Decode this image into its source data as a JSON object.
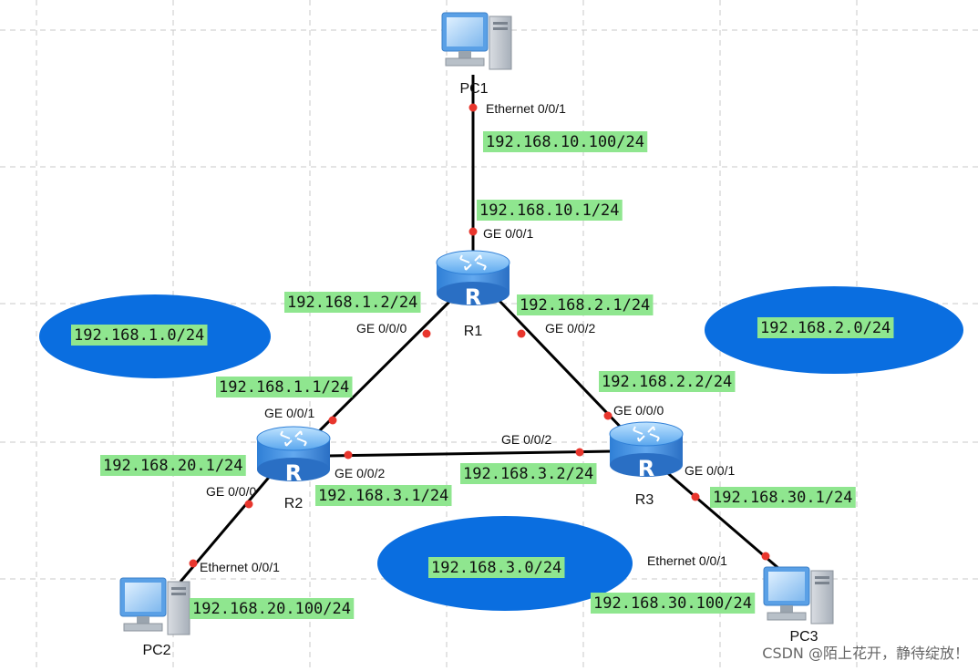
{
  "devices": {
    "pc1": {
      "label": "PC1"
    },
    "pc2": {
      "label": "PC2"
    },
    "pc3": {
      "label": "PC3"
    },
    "r1": {
      "label": "R1",
      "icon_letter": "R"
    },
    "r2": {
      "label": "R2",
      "icon_letter": "R"
    },
    "r3": {
      "label": "R3",
      "icon_letter": "R"
    }
  },
  "ports": {
    "pc1_eth": "Ethernet 0/0/1",
    "r1_ge001": "GE 0/0/1",
    "r1_ge000": "GE 0/0/0",
    "r1_ge002": "GE 0/0/2",
    "r2_ge001": "GE 0/0/1",
    "r2_ge002": "GE 0/0/2",
    "r2_ge000": "GE 0/0/0",
    "r3_ge000": "GE 0/0/0",
    "r3_ge002": "GE 0/0/2",
    "r3_ge001": "GE 0/0/1",
    "pc2_eth": "Ethernet 0/0/1",
    "pc3_eth": "Ethernet 0/0/1"
  },
  "addresses": {
    "pc1_ip": "192.168.10.100/24",
    "r1_g1_ip": "192.168.10.1/24",
    "r1_g0_ip": "192.168.1.2/24",
    "r1_g2_ip": "192.168.2.1/24",
    "r2_g1_ip": "192.168.1.1/24",
    "r2_g0_ip": "192.168.20.1/24",
    "r2_g2_ip": "192.168.3.1/24",
    "r3_g0_ip": "192.168.2.2/24",
    "r3_g2_ip": "192.168.3.2/24",
    "r3_g1_ip": "192.168.30.1/24",
    "pc2_ip": "192.168.20.100/24",
    "pc3_ip": "192.168.30.100/24"
  },
  "networks": {
    "net1": "192.168.1.0/24",
    "net2": "192.168.2.0/24",
    "net3": "192.168.3.0/24"
  },
  "watermark": "CSDN @陌上花开，静待绽放！",
  "colors": {
    "network_ellipse": "#0a6ee0",
    "ip_label_bg": "#8fe68f",
    "port_dot": "#e8362d",
    "router_body": "#3d8fe6",
    "pc_body": "#5aa0e6"
  },
  "icons": {
    "router": "router-icon",
    "pc": "pc-icon"
  }
}
